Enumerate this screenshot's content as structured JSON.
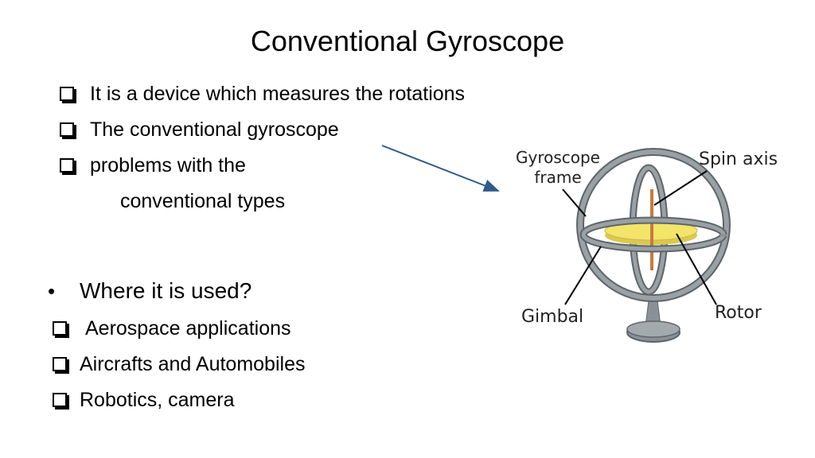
{
  "slide": {
    "title": "Conventional Gyroscope",
    "top_bullets": [
      "It is a device which measures the rotations",
      "The conventional gyroscope",
      "problems with the",
      "conventional types"
    ],
    "where_heading": "Where it is used?",
    "uses": [
      "Aerospace applications",
      "Aircrafts and Automobiles",
      "Robotics, camera"
    ]
  },
  "diagram": {
    "labels": {
      "frame_line1": "Gyroscope",
      "frame_line2": "frame",
      "spin_axis": "Spin axis",
      "gimbal": "Gimbal",
      "rotor": "Rotor"
    },
    "colors": {
      "ring": "#8a9196",
      "ring_dark": "#5e6569",
      "rotor": "#f3e46a",
      "axis": "#c97a3c",
      "arrow": "#2f5a8a"
    }
  }
}
